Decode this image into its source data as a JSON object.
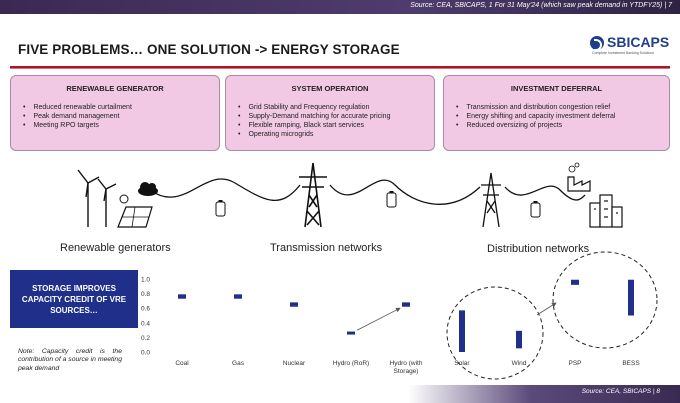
{
  "header": {
    "source": "Source: CEA, SBICAPS, 1 For 31 May'24 (which saw peak demand in YTDFY25)",
    "page": "7"
  },
  "title": "FIVE PROBLEMS… ONE SOLUTION -> ENERGY STORAGE",
  "logo": {
    "name": "SBICAPS",
    "tagline": "Complete Investment Banking Solutions",
    "brand_color": "#1f3f8a"
  },
  "boxes": [
    {
      "heading": "RENEWABLE GENERATOR",
      "items": [
        "Reduced renewable curtailment",
        "Peak demand management",
        "Meeting RPO targets"
      ]
    },
    {
      "heading": "SYSTEM OPERATION",
      "items": [
        "Grid Stability and Frequency regulation",
        "Supply-Demand matching for accurate pricing",
        "Flexible ramping, Black start services",
        "Operating microgrids"
      ]
    },
    {
      "heading": "INVESTMENT DEFERRAL",
      "items": [
        "Transmission and distribution congestion relief",
        "Energy shifting and capacity investment deferral",
        "Reduced oversizing of projects"
      ]
    }
  ],
  "section_labels": [
    "Renewable generators",
    "Transmission networks",
    "Distribution networks"
  ],
  "icons": [
    "wind-turbine-icon",
    "solar-panel-icon",
    "cloud-icon",
    "battery-icon",
    "transmission-tower-icon",
    "factory-icon",
    "city-buildings-icon"
  ],
  "storage_box": "STORAGE IMPROVES CAPACITY CREDIT OF VRE SOURCES…",
  "note": "Note: Capacity credit is the contribution of a source in meeting peak demand",
  "footer": {
    "source": "Source: CEA, SBICAPS",
    "page": "8"
  },
  "colors": {
    "accent_red": "#b11226",
    "box_fill": "#f2c9e4",
    "series": "#1f2f8a"
  },
  "chart_data": {
    "type": "range",
    "categories": [
      "Coal",
      "Gas",
      "Nuclear",
      "Hydro (RoR)",
      "Hydro (with Storage)",
      "Solar",
      "Wind",
      "PSP",
      "BESS"
    ],
    "ranges": [
      [
        0.73,
        0.79
      ],
      [
        0.73,
        0.79
      ],
      [
        0.62,
        0.68
      ],
      [
        0.25,
        0.28
      ],
      [
        0.62,
        0.68
      ],
      [
        0.0,
        0.57
      ],
      [
        0.05,
        0.29
      ],
      [
        0.92,
        0.99
      ],
      [
        0.5,
        0.99
      ]
    ],
    "yticks": [
      "0.0",
      "0.2",
      "0.4",
      "0.6",
      "0.8",
      "1.0"
    ],
    "ylim": [
      0,
      1
    ],
    "grid": false,
    "annotations": [
      "arrow Hydro (RoR) -> Hydro (with Storage)",
      "circle around Solar and Wind",
      "circle around PSP and BESS",
      "arrow from Solar/Wind circle to PSP/BESS circle"
    ]
  }
}
